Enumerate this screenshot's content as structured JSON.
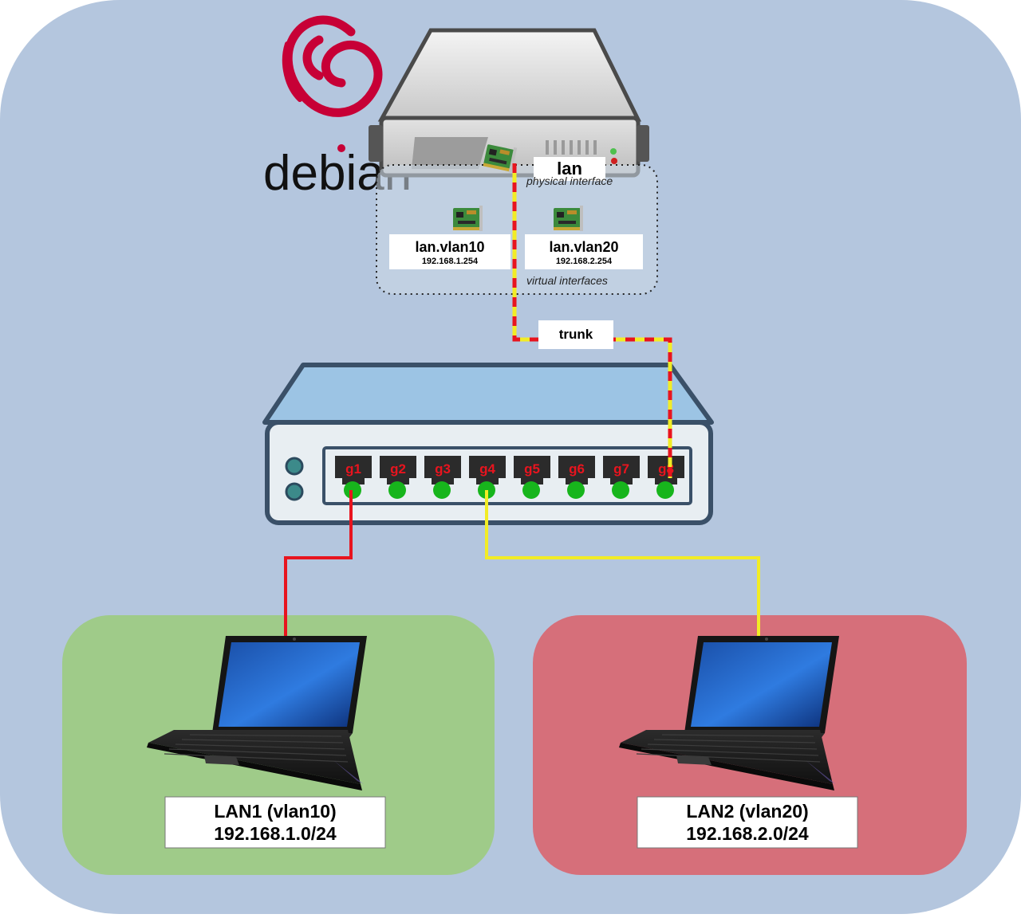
{
  "logo": {
    "wordmark": "debian"
  },
  "server": {
    "physical": {
      "name": "lan",
      "caption": "physical interface"
    },
    "virtual_caption": "virtual interfaces",
    "vlans": [
      {
        "name": "lan.vlan10",
        "ip": "192.168.1.254"
      },
      {
        "name": "lan.vlan20",
        "ip": "192.168.2.254"
      }
    ]
  },
  "trunk": {
    "label": "trunk"
  },
  "switch": {
    "ports": [
      "g1",
      "g2",
      "g3",
      "g4",
      "g5",
      "g6",
      "g7",
      "g8"
    ]
  },
  "lans": [
    {
      "title": "LAN1 (vlan10)",
      "subnet": "192.168.1.0/24",
      "color": "#9fcb89"
    },
    {
      "title": "LAN2 (vlan20)",
      "subnet": "192.168.2.0/24",
      "color": "#d66f7a"
    }
  ],
  "colors": {
    "background": "#b4c6de",
    "vlan10_link": "#e8141e",
    "vlan20_link": "#f2ec25",
    "switch_body": "#9cc4e4",
    "port_led": "#17b51c"
  }
}
